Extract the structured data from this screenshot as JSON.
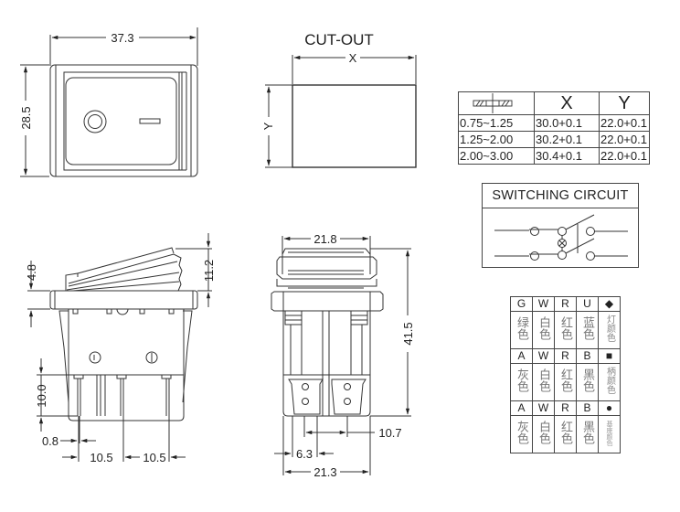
{
  "front_view": {
    "width_dim": "37.3",
    "height_dim": "28.5"
  },
  "cutout": {
    "title": "CUT-OUT",
    "x_label": "X",
    "y_label": "Y"
  },
  "spec_table": {
    "headers": [
      "",
      "X",
      "Y"
    ],
    "header_icon": "panel-thickness-icon",
    "rows": [
      {
        "thickness": "0.75~1.25",
        "x": "30.0+0.1",
        "y": "22.0+0.1"
      },
      {
        "thickness": "1.25~2.00",
        "x": "30.2+0.1",
        "y": "22.0+0.1"
      },
      {
        "thickness": "2.00~3.00",
        "x": "30.4+0.1",
        "y": "22.0+0.1"
      }
    ]
  },
  "switching_circuit": {
    "title": "SWITCHING CIRCUIT"
  },
  "side_view": {
    "dim_rocker": "4.8",
    "dim_height": "11.2",
    "dim_pin": "10.0",
    "dim_pin_width": "0.8",
    "dim_pitch_1": "10.5",
    "dim_pitch_2": "10.5"
  },
  "end_view": {
    "dim_top": "21.8",
    "dim_total_height": "41.5",
    "dim_terminal": "10.7",
    "dim_offset": "6.3",
    "dim_bottom": "21.3"
  },
  "color_table": {
    "groups": [
      {
        "codes": [
          "G",
          "W",
          "R",
          "U"
        ],
        "symbol": "◆",
        "symbol_name": "diamond-icon",
        "colors": [
          "绿色",
          "白色",
          "红色",
          "蓝色"
        ],
        "part": "灯颜色"
      },
      {
        "codes": [
          "A",
          "W",
          "R",
          "B"
        ],
        "symbol": "■",
        "symbol_name": "square-icon",
        "colors": [
          "灰色",
          "白色",
          "红色",
          "黑色"
        ],
        "part": "柄颜色"
      },
      {
        "codes": [
          "A",
          "W",
          "R",
          "B"
        ],
        "symbol": "●",
        "symbol_name": "circle-icon",
        "colors": [
          "灰色",
          "白色",
          "红色",
          "黑色"
        ],
        "part": "基座颜色"
      }
    ]
  }
}
